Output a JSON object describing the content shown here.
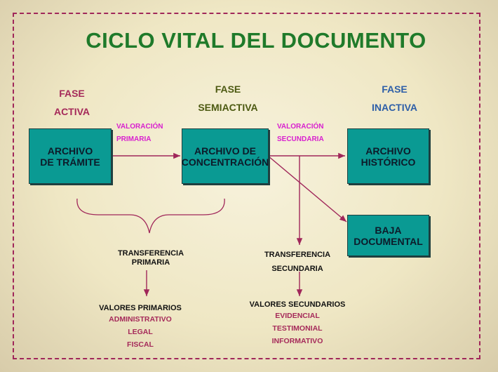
{
  "title": "CICLO VITAL DEL DOCUMENTO",
  "phases": {
    "activa": {
      "line1": "FASE",
      "line2": "ACTIVA",
      "color": "#a52a5a"
    },
    "semiactiva": {
      "line1": "FASE",
      "line2": "SEMIACTIVA",
      "color": "#4d5a12"
    },
    "inactiva": {
      "line1": "FASE",
      "line2": "INACTIVA",
      "color": "#2e5fa8"
    }
  },
  "boxes": {
    "tramite": "ARCHIVO\nDE TRÁMITE",
    "concentracion": "ARCHIVO DE\nCONCENTRACIÓN",
    "historico": "ARCHIVO\nHISTÓRICO",
    "baja": "BAJA\nDOCUMENTAL"
  },
  "valoracion": {
    "primaria": {
      "line1": "VALORACIÓN",
      "line2": "PRIMARIA"
    },
    "secundaria": {
      "line1": "VALORACIÓN",
      "line2": "SECUNDARIA"
    }
  },
  "transferencias": {
    "primaria": {
      "line1": "TRANSFERENCIA",
      "line2": "PRIMARIA"
    },
    "secundaria": {
      "line1": "TRANSFERENCIA",
      "line2": "SECUNDARIA"
    }
  },
  "valores": {
    "primarios": {
      "heading": "VALORES PRIMARIOS",
      "items": [
        "ADMINISTRATIVO",
        "LEGAL",
        "FISCAL"
      ]
    },
    "secundarios": {
      "heading": "VALORES SECUNDARIOS",
      "items": [
        "EVIDENCIAL",
        "TESTIMONIAL",
        "INFORMATIVO"
      ]
    }
  },
  "colors": {
    "box_fill": "#0a9a93",
    "title": "#1f7a2a",
    "frame": "#a0275a",
    "valoracion": "#d81fcf",
    "valores_items": "#a52a5a"
  }
}
